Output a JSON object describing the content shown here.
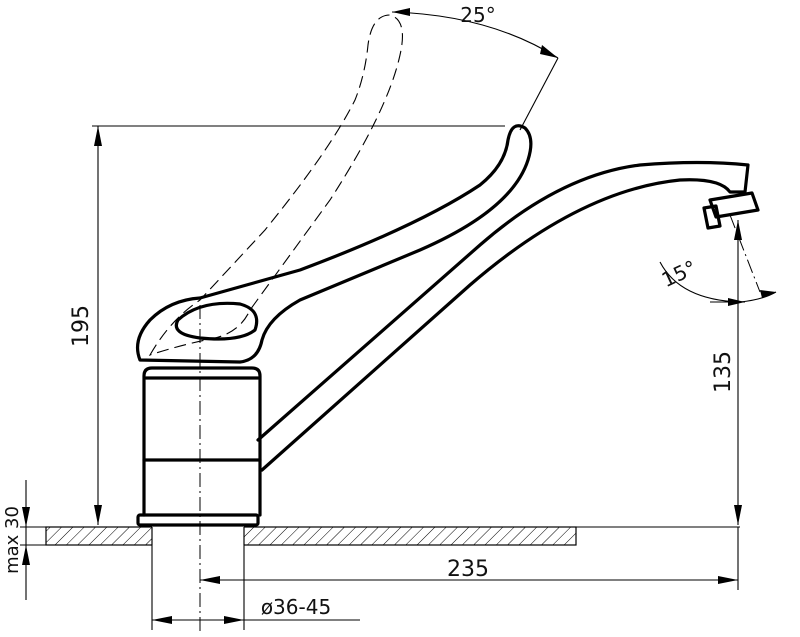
{
  "dimensions": {
    "lever_angle": "25°",
    "spout_angle": "15°",
    "height_total": "195",
    "spout_height": "135",
    "reach": "235",
    "mount_thickness": "max 30",
    "hole_diameter": "ø36-45"
  },
  "colors": {
    "line": "#000000",
    "background": "#ffffff",
    "hatch": "#000000"
  }
}
